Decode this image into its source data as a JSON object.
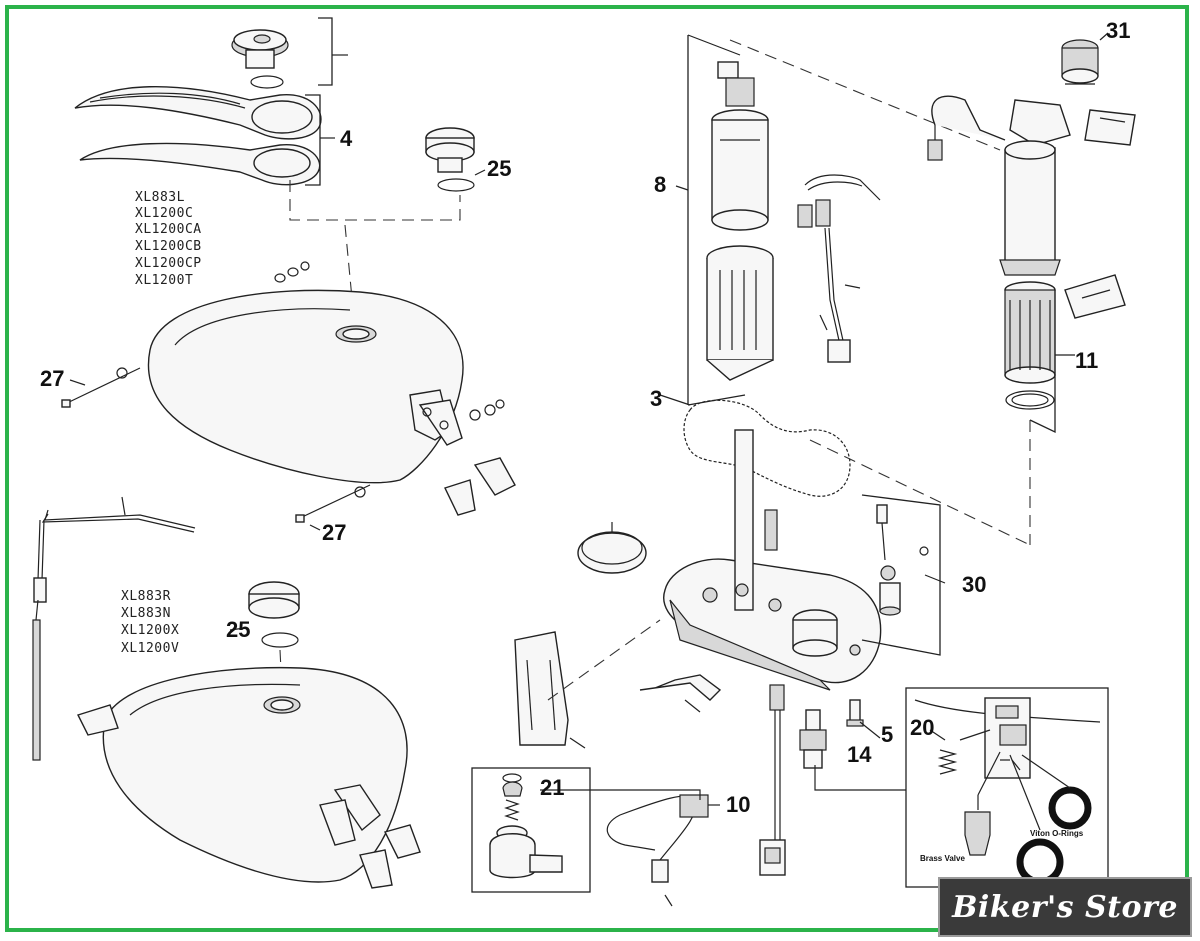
{
  "diagram": {
    "callouts": {
      "c4": "4",
      "c25a": "25",
      "c27a": "27",
      "c27b": "27",
      "c25b": "25",
      "c8": "8",
      "c31": "31",
      "c11": "11",
      "c3": "3",
      "c30": "30",
      "c5": "5",
      "c14": "14",
      "c20": "20",
      "c21": "21",
      "c10": "10"
    },
    "models_group_1": [
      "XL883L",
      "XL1200C",
      "XL1200CA",
      "XL1200CB",
      "XL1200CP",
      "XL1200T"
    ],
    "models_group_2": [
      "XL883R",
      "XL883N",
      "XL1200X",
      "XL1200V"
    ],
    "inset_labels": {
      "brass_valve": "Brass Valve",
      "viton_orings": "Viton O-Rings"
    },
    "frame_color": "#2bb34a"
  },
  "watermark": {
    "text": "Biker's Store"
  }
}
